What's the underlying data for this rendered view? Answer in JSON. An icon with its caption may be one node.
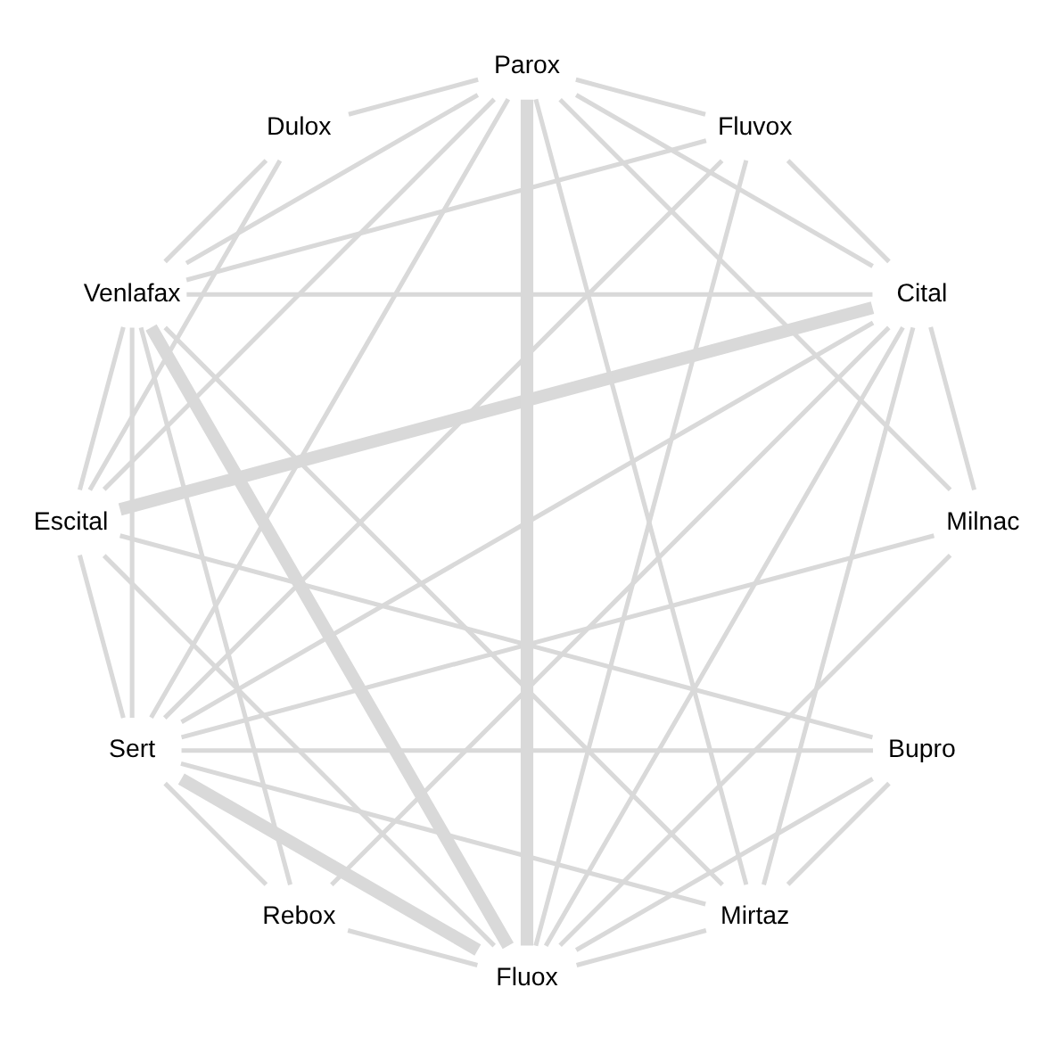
{
  "diagram": {
    "nodes": [
      {
        "text": [
          "Sert"
        ]
      },
      {
        "text": [
          "Rebox"
        ]
      },
      {
        "text": [
          "Mirtaz"
        ]
      },
      {
        "text": [
          "Fluvox"
        ]
      },
      {
        "text": [
          "Cital"
        ]
      },
      {
        "text": [
          "Venlafax"
        ]
      },
      {
        "text": [
          "Fluox"
        ]
      },
      {
        "text": [
          "Bupro"
        ]
      },
      {
        "text": [
          "Escital"
        ]
      },
      {
        "text": [
          "Dulox"
        ]
      },
      {
        "text": [
          "Parox"
        ]
      },
      {
        "text": [
          "Milnac"
        ]
      }
    ],
    "edges": [
      {
        "from": 0,
        "to": 11,
        "arrow": "none"
      },
      {
        "from": 0,
        "to": 10,
        "arrow": "none"
      },
      {
        "from": 0,
        "to": 8,
        "arrow": "none"
      },
      {
        "from": 0,
        "to": 7,
        "arrow": "none"
      },
      {
        "from": 0,
        "to": 6,
        "arrow": "none",
        "style": "thick"
      },
      {
        "from": 0,
        "to": 5,
        "arrow": "none"
      },
      {
        "from": 0,
        "to": 4,
        "arrow": "none"
      },
      {
        "from": 0,
        "to": 3,
        "arrow": "none"
      },
      {
        "from": 0,
        "to": 2,
        "arrow": "none"
      },
      {
        "from": 0,
        "to": 1,
        "arrow": "none"
      },
      {
        "from": 11,
        "to": 4,
        "arrow": "none"
      },
      {
        "from": 11,
        "to": 6,
        "arrow": "none"
      },
      {
        "from": 11,
        "to": 10,
        "arrow": "none"
      },
      {
        "from": 10,
        "to": 2,
        "arrow": "none"
      },
      {
        "from": 10,
        "to": 3,
        "arrow": "none"
      },
      {
        "from": 10,
        "to": 4,
        "arrow": "none"
      },
      {
        "from": 10,
        "to": 5,
        "arrow": "none"
      },
      {
        "from": 10,
        "to": 6,
        "arrow": "none",
        "style": "thick"
      },
      {
        "from": 10,
        "to": 8,
        "arrow": "none"
      },
      {
        "from": 10,
        "to": 9,
        "arrow": "none"
      },
      {
        "from": 1,
        "to": 6,
        "arrow": "none"
      },
      {
        "from": 1,
        "to": 5,
        "arrow": "none"
      },
      {
        "from": 1,
        "to": 4,
        "arrow": "none"
      },
      {
        "from": 2,
        "to": 6,
        "arrow": "none"
      },
      {
        "from": 2,
        "to": 5,
        "arrow": "none"
      },
      {
        "from": 2,
        "to": 4,
        "arrow": "none"
      },
      {
        "from": 2,
        "to": 7,
        "arrow": "none"
      },
      {
        "from": 3,
        "to": 4,
        "arrow": "none"
      },
      {
        "from": 3,
        "to": 5,
        "arrow": "none"
      },
      {
        "from": 3,
        "to": 6,
        "arrow": "none"
      },
      {
        "from": 4,
        "to": 8,
        "arrow": "none",
        "style": "thick"
      },
      {
        "from": 4,
        "to": 5,
        "arrow": "none"
      },
      {
        "from": 4,
        "to": 6,
        "arrow": "none"
      },
      {
        "from": 5,
        "to": 6,
        "arrow": "none",
        "style": "thick"
      },
      {
        "from": 5,
        "to": 8,
        "arrow": "none"
      },
      {
        "from": 5,
        "to": 9,
        "arrow": "none"
      },
      {
        "from": 6,
        "to": 7,
        "arrow": "none"
      },
      {
        "from": 6,
        "to": 8,
        "arrow": "none"
      },
      {
        "from": 7,
        "to": 8,
        "arrow": "none"
      },
      {
        "from": 9,
        "to": 8,
        "arrow": "none"
      }
    ]
  }
}
